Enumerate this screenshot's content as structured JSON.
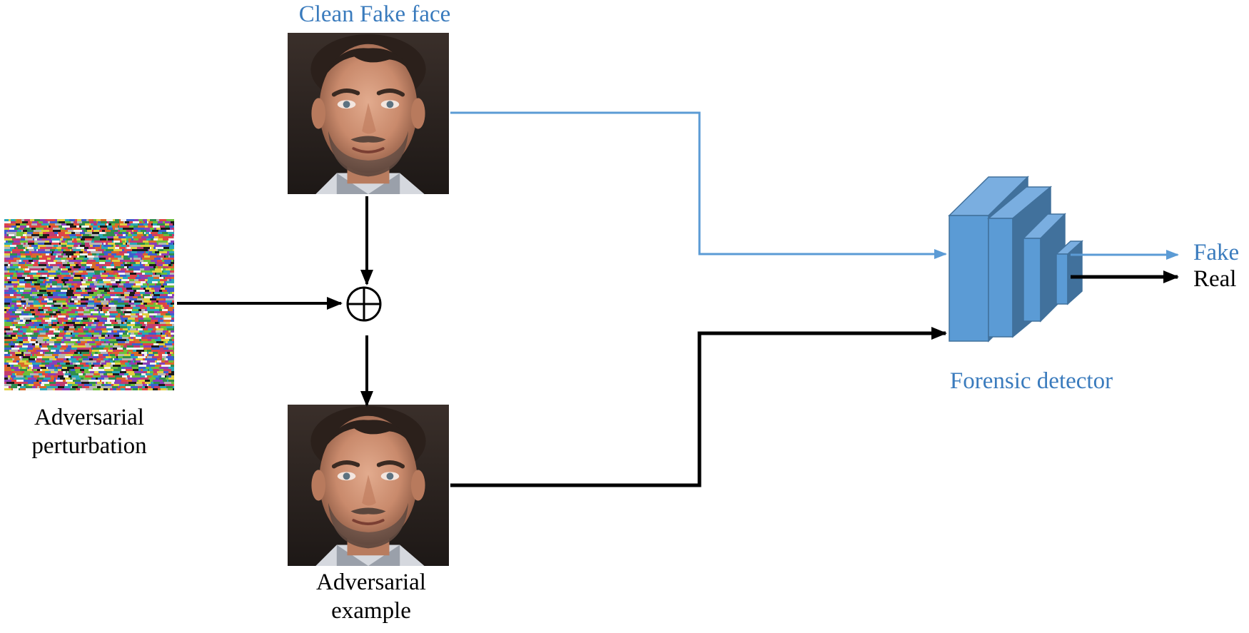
{
  "colors": {
    "accent_blue": "#3a7bbd",
    "line_blue": "#5b9bd5",
    "cnn_face": "#5b9bd5",
    "cnn_side": "#41719c",
    "cnn_top": "#7aaee0",
    "black": "#000000"
  },
  "labels": {
    "clean_fake_face": "Clean Fake face",
    "adversarial_perturbation_line1": "Adversarial",
    "adversarial_perturbation_line2": "perturbation",
    "adversarial_example_line1": "Adversarial",
    "adversarial_example_line2": "example",
    "forensic_detector": "Forensic detector",
    "fake": "Fake",
    "real": "Real"
  },
  "operator_symbol": "⊕",
  "icons": {
    "clean_face_image": "face-photo",
    "adversarial_face_image": "face-photo",
    "perturbation_image": "noise-pattern",
    "detector": "cnn-layers-icon"
  }
}
